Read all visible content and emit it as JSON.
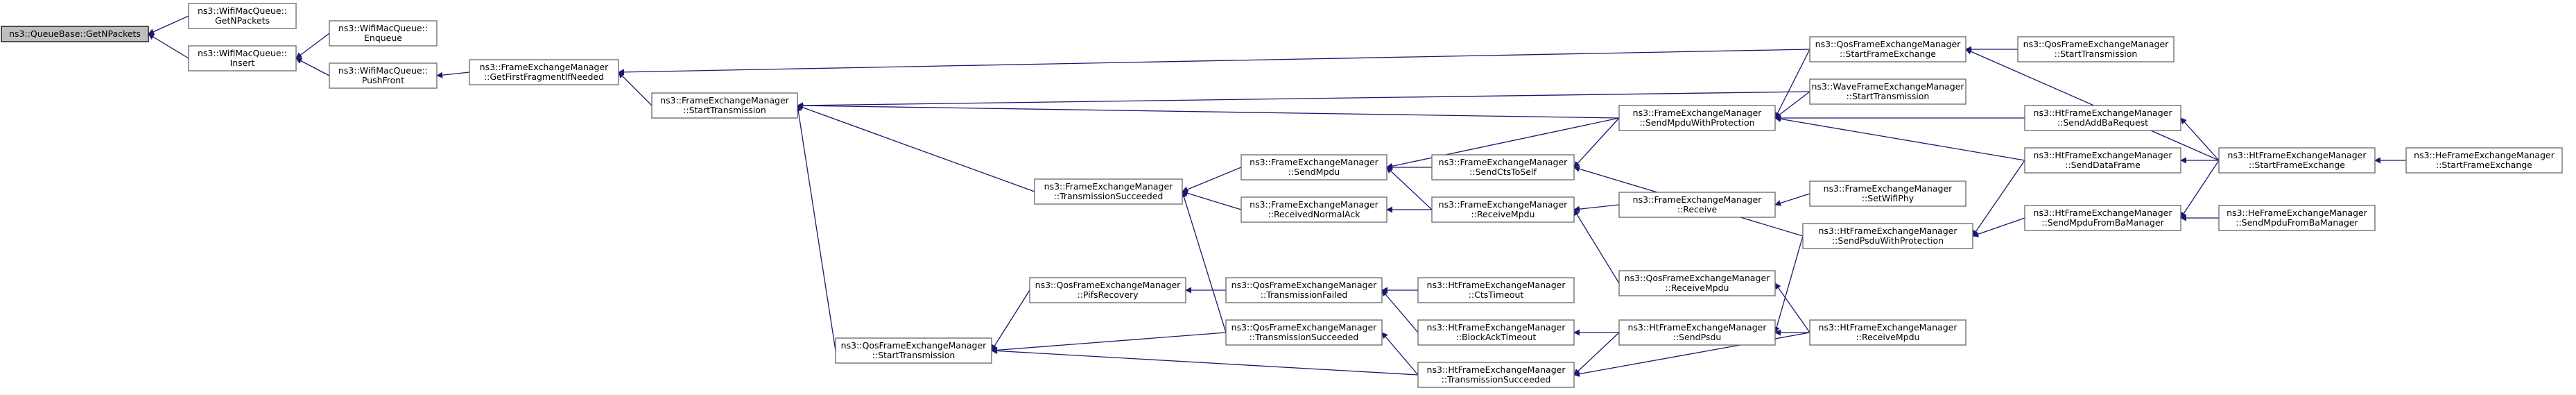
{
  "nodes": [
    {
      "id": "n0",
      "lines": [
        "ns3::QueueBase::GetNPackets"
      ],
      "root": true
    },
    {
      "id": "n1",
      "lines": [
        "ns3::WifiMacQueue::",
        "GetNPackets"
      ]
    },
    {
      "id": "n2",
      "lines": [
        "ns3::WifiMacQueue::",
        "Insert"
      ]
    },
    {
      "id": "n3",
      "lines": [
        "ns3::WifiMacQueue::",
        "Enqueue"
      ]
    },
    {
      "id": "n4",
      "lines": [
        "ns3::WifiMacQueue::",
        "PushFront"
      ]
    },
    {
      "id": "n5",
      "lines": [
        "ns3::FrameExchangeManager",
        "::GetFirstFragmentIfNeeded"
      ]
    },
    {
      "id": "n6",
      "lines": [
        "ns3::FrameExchangeManager",
        "::StartTransmission"
      ]
    },
    {
      "id": "n7",
      "lines": [
        "ns3::QosFrameExchangeManager",
        "::StartTransmission"
      ]
    },
    {
      "id": "n8",
      "lines": [
        "ns3::FrameExchangeManager",
        "::TransmissionSucceeded"
      ]
    },
    {
      "id": "n9",
      "lines": [
        "ns3::QosFrameExchangeManager",
        "::PifsRecovery"
      ]
    },
    {
      "id": "n10",
      "lines": [
        "ns3::FrameExchangeManager",
        "::SendMpdu"
      ]
    },
    {
      "id": "n11",
      "lines": [
        "ns3::FrameExchangeManager",
        "::ReceivedNormalAck"
      ]
    },
    {
      "id": "n12",
      "lines": [
        "ns3::QosFrameExchangeManager",
        "::TransmissionFailed"
      ]
    },
    {
      "id": "n13",
      "lines": [
        "ns3::QosFrameExchangeManager",
        "::TransmissionSucceeded"
      ]
    },
    {
      "id": "n14",
      "lines": [
        "ns3::FrameExchangeManager",
        "::SendCtsToSelf"
      ]
    },
    {
      "id": "n15",
      "lines": [
        "ns3::FrameExchangeManager",
        "::ReceiveMpdu"
      ]
    },
    {
      "id": "n16",
      "lines": [
        "ns3::HtFrameExchangeManager",
        "::CtsTimeout"
      ]
    },
    {
      "id": "n17",
      "lines": [
        "ns3::HtFrameExchangeManager",
        "::BlockAckTimeout"
      ]
    },
    {
      "id": "n18",
      "lines": [
        "ns3::HtFrameExchangeManager",
        "::TransmissionSucceeded"
      ]
    },
    {
      "id": "n19",
      "lines": [
        "ns3::FrameExchangeManager",
        "::SendMpduWithProtection"
      ]
    },
    {
      "id": "n20",
      "lines": [
        "ns3::FrameExchangeManager",
        "::Receive"
      ]
    },
    {
      "id": "n21",
      "lines": [
        "ns3::QosFrameExchangeManager",
        "::ReceiveMpdu"
      ]
    },
    {
      "id": "n22",
      "lines": [
        "ns3::HtFrameExchangeManager",
        "::SendPsdu"
      ]
    },
    {
      "id": "n23",
      "lines": [
        "ns3::QosFrameExchangeManager",
        "::StartFrameExchange"
      ]
    },
    {
      "id": "n24",
      "lines": [
        "ns3::WaveFrameExchangeManager",
        "::StartTransmission"
      ]
    },
    {
      "id": "n25",
      "lines": [
        "ns3::FrameExchangeManager",
        "::SetWifiPhy"
      ]
    },
    {
      "id": "n26",
      "lines": [
        "ns3::HtFrameExchangeManager",
        "::SendPsduWithProtection"
      ]
    },
    {
      "id": "n27",
      "lines": [
        "ns3::HtFrameExchangeManager",
        "::ReceiveMpdu"
      ]
    },
    {
      "id": "n28",
      "lines": [
        "ns3::QosFrameExchangeManager",
        "::StartTransmission"
      ]
    },
    {
      "id": "n29",
      "lines": [
        "ns3::HtFrameExchangeManager",
        "::SendAddBaRequest"
      ]
    },
    {
      "id": "n30",
      "lines": [
        "ns3::HtFrameExchangeManager",
        "::SendDataFrame"
      ]
    },
    {
      "id": "n31",
      "lines": [
        "ns3::HtFrameExchangeManager",
        "::SendMpduFromBaManager"
      ]
    },
    {
      "id": "n32",
      "lines": [
        "ns3::HtFrameExchangeManager",
        "::StartFrameExchange"
      ]
    },
    {
      "id": "n33",
      "lines": [
        "ns3::HeFrameExchangeManager",
        "::SendMpduFromBaManager"
      ]
    },
    {
      "id": "n34",
      "lines": [
        "ns3::HeFrameExchangeManager",
        "::StartFrameExchange"
      ]
    }
  ],
  "edges": [
    [
      "n1",
      "n0"
    ],
    [
      "n2",
      "n0"
    ],
    [
      "n3",
      "n2"
    ],
    [
      "n4",
      "n2"
    ],
    [
      "n5",
      "n4"
    ],
    [
      "n6",
      "n5"
    ],
    [
      "n23",
      "n5"
    ],
    [
      "n24",
      "n6"
    ],
    [
      "n19",
      "n6"
    ],
    [
      "n8",
      "n6"
    ],
    [
      "n7",
      "n6"
    ],
    [
      "n13",
      "n7"
    ],
    [
      "n18",
      "n7"
    ],
    [
      "n9",
      "n7"
    ],
    [
      "n10",
      "n8"
    ],
    [
      "n11",
      "n8"
    ],
    [
      "n13",
      "n8"
    ],
    [
      "n12",
      "n9"
    ],
    [
      "n14",
      "n10"
    ],
    [
      "n15",
      "n10"
    ],
    [
      "n19",
      "n10"
    ],
    [
      "n15",
      "n11"
    ],
    [
      "n16",
      "n12"
    ],
    [
      "n17",
      "n12"
    ],
    [
      "n18",
      "n13"
    ],
    [
      "n19",
      "n14"
    ],
    [
      "n26",
      "n14"
    ],
    [
      "n20",
      "n15"
    ],
    [
      "n21",
      "n15"
    ],
    [
      "n22",
      "n17"
    ],
    [
      "n22",
      "n18"
    ],
    [
      "n27",
      "n18"
    ],
    [
      "n23",
      "n19"
    ],
    [
      "n24",
      "n19"
    ],
    [
      "n29",
      "n19"
    ],
    [
      "n30",
      "n19"
    ],
    [
      "n25",
      "n20"
    ],
    [
      "n27",
      "n21"
    ],
    [
      "n26",
      "n22"
    ],
    [
      "n27",
      "n22"
    ],
    [
      "n28",
      "n23"
    ],
    [
      "n32",
      "n23"
    ],
    [
      "n30",
      "n26"
    ],
    [
      "n31",
      "n26"
    ],
    [
      "n32",
      "n29"
    ],
    [
      "n32",
      "n30"
    ],
    [
      "n32",
      "n31"
    ],
    [
      "n33",
      "n31"
    ],
    [
      "n34",
      "n32"
    ]
  ]
}
